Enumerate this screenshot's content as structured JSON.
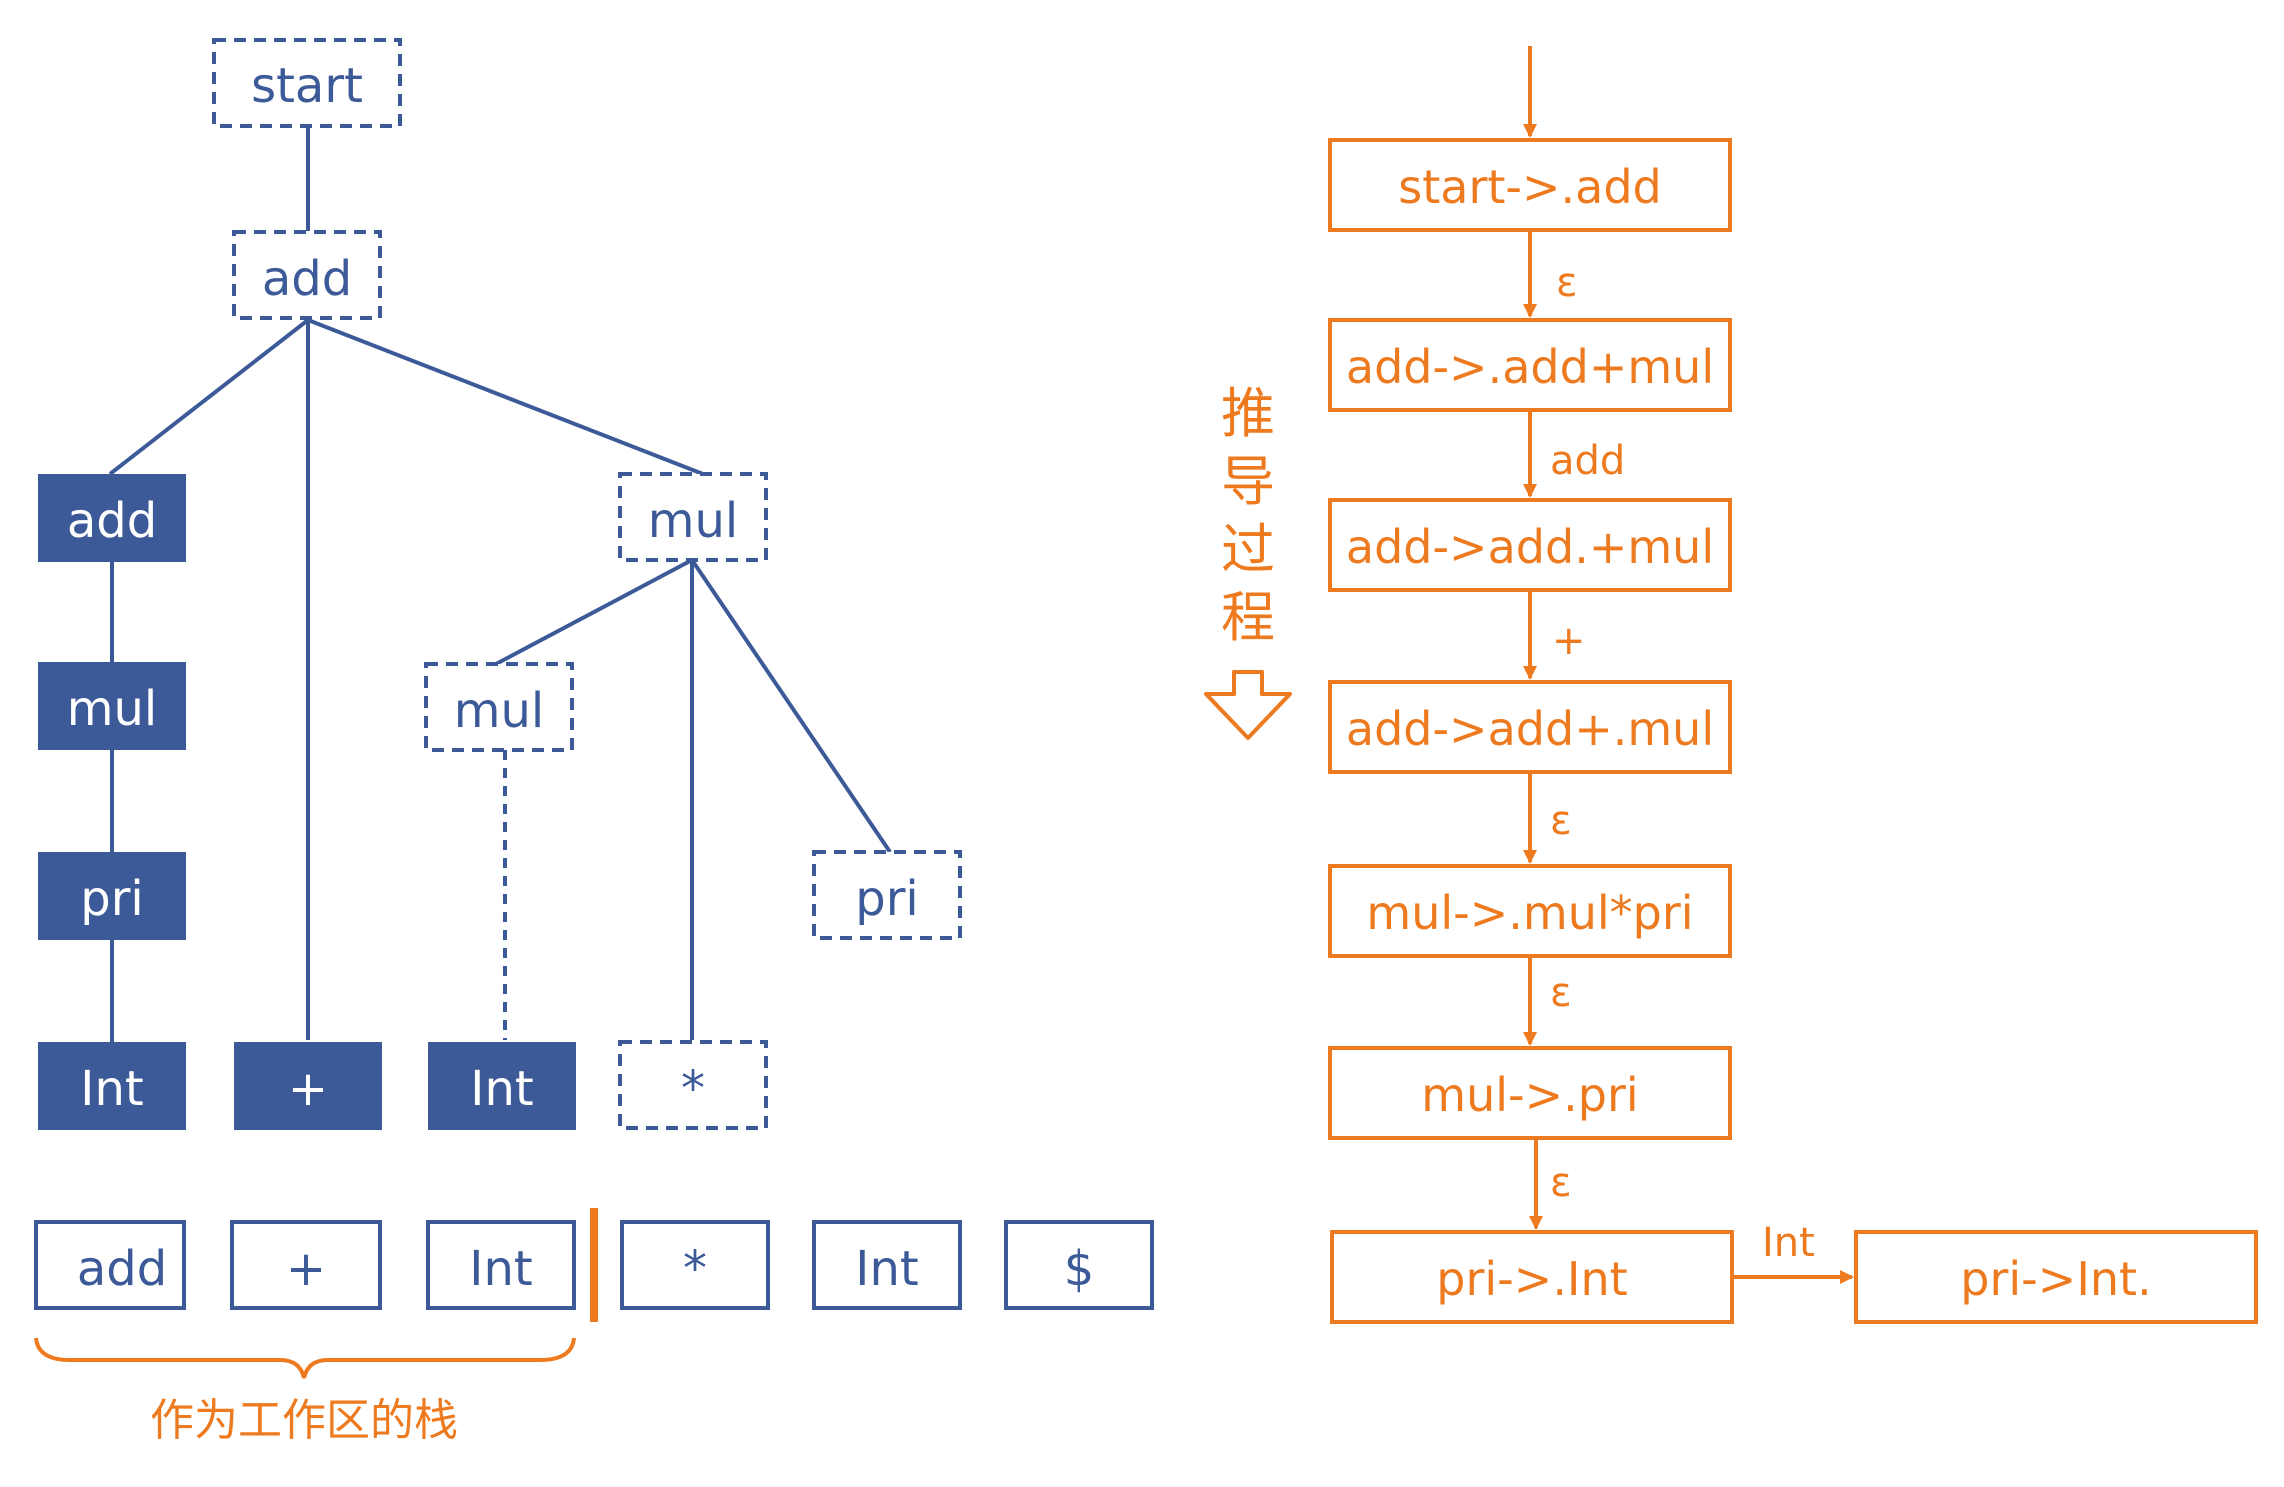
{
  "tree": {
    "nodes": {
      "start": {
        "label": "start"
      },
      "add_top": {
        "label": "add"
      },
      "add_left": {
        "label": "add"
      },
      "mul_left": {
        "label": "mul"
      },
      "pri_left": {
        "label": "pri"
      },
      "int_left": {
        "label": "Int"
      },
      "plus": {
        "label": "+"
      },
      "mul_right": {
        "label": "mul"
      },
      "mul_inner": {
        "label": "mul"
      },
      "int_mid": {
        "label": "Int"
      },
      "star": {
        "label": "*"
      },
      "pri_right": {
        "label": "pri"
      }
    }
  },
  "stack_row": {
    "cells": [
      "add",
      "+",
      "Int",
      "*",
      "Int",
      "$"
    ],
    "caption": "作为工作区的栈"
  },
  "derivation": {
    "side_label": [
      "推",
      "导",
      "过",
      "程"
    ],
    "items": [
      "start->.add",
      "add->.add+mul",
      "add->add.+mul",
      "add->add+.mul",
      "mul->.mul*pri",
      "mul->.pri",
      "pri->.Int"
    ],
    "edges": [
      "ε",
      "add",
      "+",
      "ε",
      "ε",
      "ε"
    ],
    "final_item": "pri->Int.",
    "final_edge": "Int"
  },
  "colors": {
    "tree": "#3D5A98",
    "flow": "#EE7A1F"
  }
}
